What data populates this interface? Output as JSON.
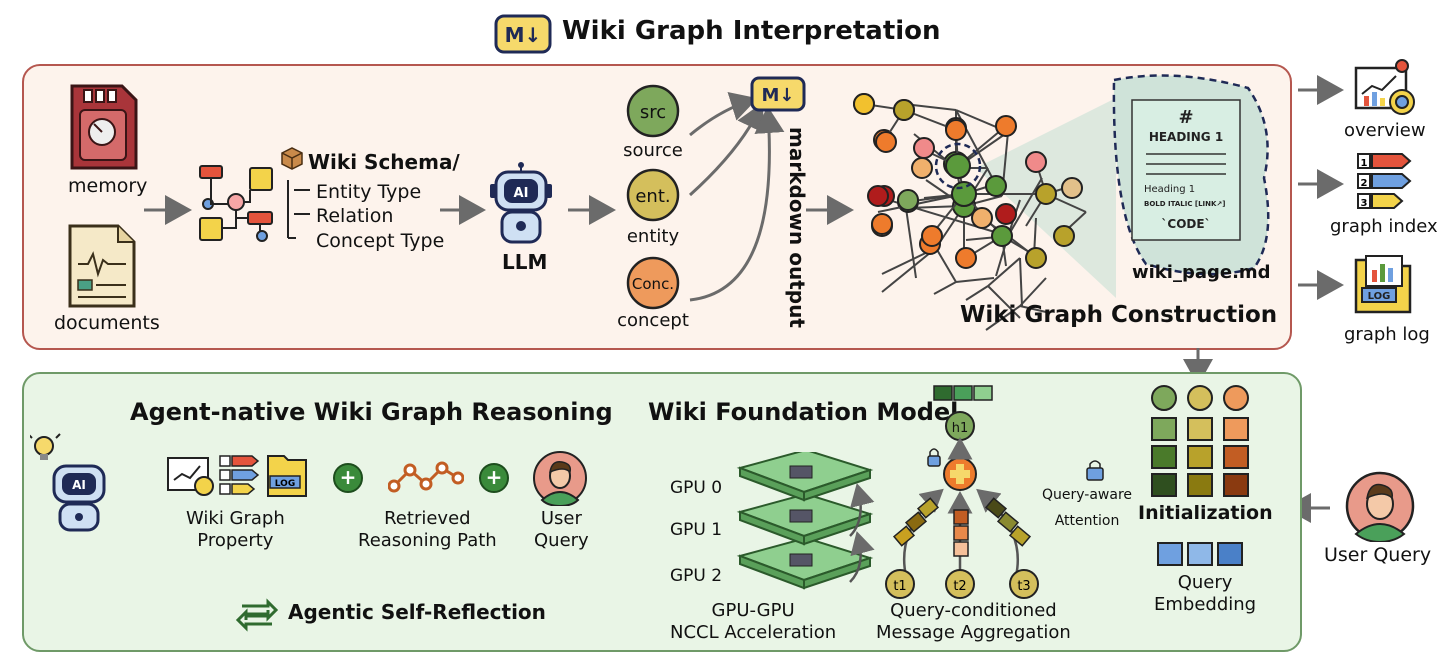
{
  "title": "Wiki Graph Interpretation",
  "md_badge": "M↓",
  "inputs": {
    "memory": "memory",
    "documents": "documents"
  },
  "schema": {
    "title": "Wiki Schema/",
    "items": [
      "Entity Type",
      "Relation",
      "Concept Type"
    ]
  },
  "llm": {
    "badge": "AI",
    "label": "LLM"
  },
  "outputs": [
    {
      "tag": "src",
      "label": "source"
    },
    {
      "tag": "ent.",
      "label": "entity"
    },
    {
      "tag": "Conc.",
      "label": "concept"
    }
  ],
  "markdown_output": "markdown output",
  "wiki_page": {
    "hash": "#",
    "heading": "HEADING 1",
    "sub": "Heading 1",
    "style": "BOLD ITALIC [LINK↗]",
    "code": "`CODE`",
    "filename": "wiki_page.md"
  },
  "construction_label": "Wiki Graph Construction",
  "artifacts": [
    {
      "name": "overview"
    },
    {
      "name": "graph index"
    },
    {
      "name": "graph log",
      "badge": "LOG"
    }
  ],
  "index_numbers": [
    "1",
    "2",
    "3"
  ],
  "reasoning": {
    "title": "Agent-native Wiki Graph Reasoning",
    "property": "Wiki Graph\nProperty",
    "path": "Retrieved\nReasoning Path",
    "query": "User\nQuery",
    "reflection": "Agentic Self-Reflection",
    "plus": "+",
    "log_badge": "LOG",
    "ai_badge": "AI"
  },
  "foundation": {
    "title": "Wiki Foundation Model",
    "gpus": [
      "GPU 0",
      "GPU 1",
      "GPU 2"
    ],
    "nccl": "GPU-GPU\nNCCL Acceleration",
    "aggregation": "Query-conditioned\nMessage Aggregation",
    "h_label": "h1",
    "t_labels": [
      "t1",
      "t2",
      "t3"
    ],
    "attention": "Query-aware\nAttention"
  },
  "init": {
    "label": "Initialization",
    "embedding": "Query\nEmbedding"
  },
  "user_query": "User Query",
  "colors": {
    "top_panel_bg": "#fdf3ec",
    "top_panel_border": "#b5574f",
    "bottom_panel_bg": "#e9f5e6",
    "bottom_panel_border": "#6f9a68",
    "node_green": "#5b9a3c",
    "node_orange": "#ee7b2c",
    "node_red": "#b01c1c",
    "node_olive": "#b8a22b",
    "wiki_page_bg": "#cfe3d9",
    "accent_yellow": "#f6d96b",
    "navy": "#1f2a56"
  }
}
